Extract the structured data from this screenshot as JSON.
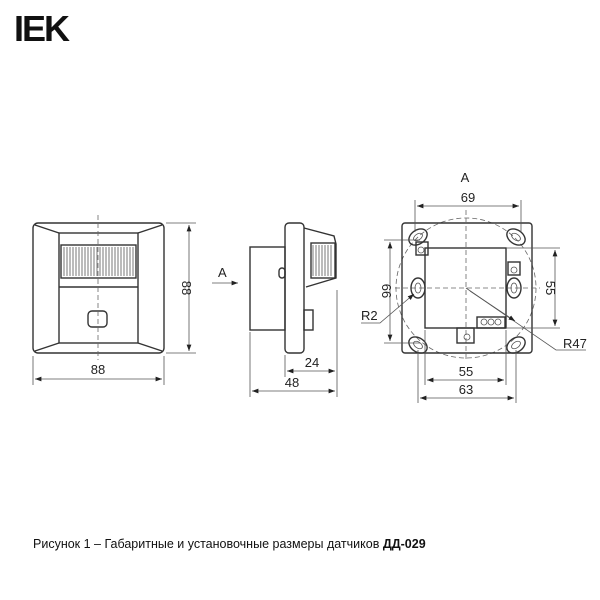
{
  "logo": "IEK",
  "views": {
    "front": {
      "width": "88",
      "height": "88"
    },
    "side": {
      "view_label": "A",
      "depth_front": "24",
      "depth_total": "48"
    },
    "back": {
      "view_label": "A",
      "hole_spacing_top": "69",
      "hole_spacing_left": "66",
      "hole_spacing_right": "55",
      "inner_width": "55",
      "hole_spacing_bottom": "63",
      "slot_radius": "R2",
      "circle_radius": "R47"
    }
  },
  "caption": {
    "prefix": "Рисунок 1 – ",
    "text": "Габаритные и установочные размеры датчиков ",
    "model": "ДД-029"
  }
}
